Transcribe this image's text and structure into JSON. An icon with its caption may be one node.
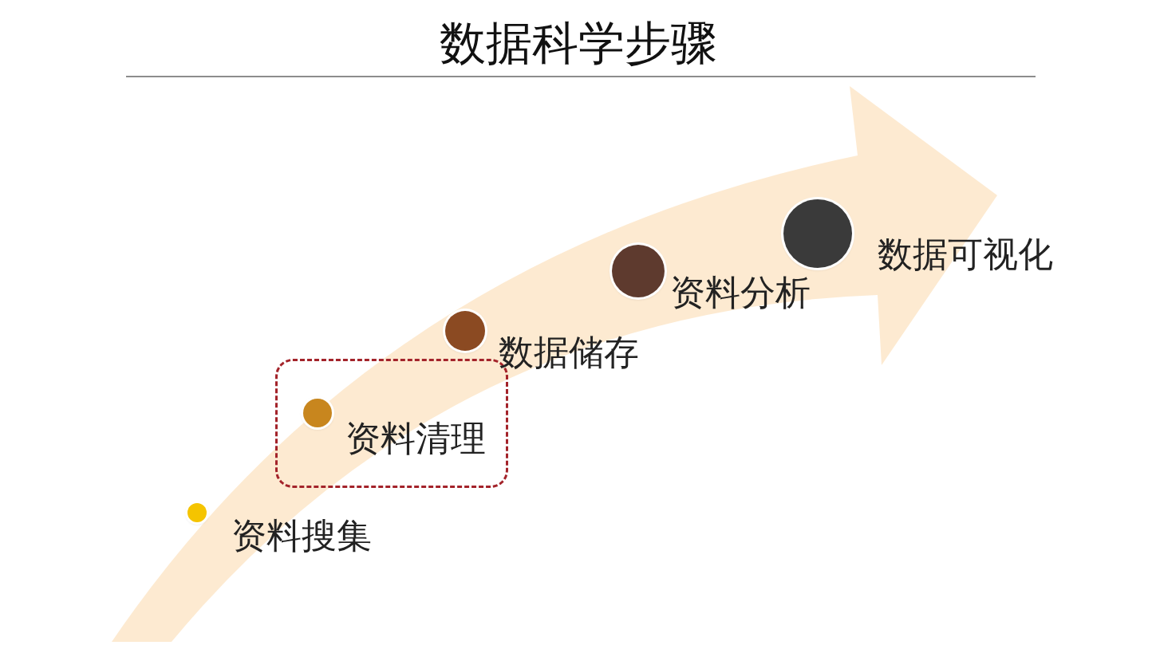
{
  "diagram": {
    "title": "数据科学步骤",
    "nodes": [
      {
        "text": [],
        "shape": "circle",
        "beside": [
          "资料搜集"
        ]
      },
      {
        "text": [],
        "shape": "box"
      },
      {
        "text": [],
        "shape": "circle",
        "beside": [
          "资料清理"
        ],
        "in": 1
      },
      {
        "text": [],
        "shape": "circle",
        "beside": [
          "数据储存"
        ]
      },
      {
        "text": [],
        "shape": "circle",
        "beside": [
          "资料分析"
        ]
      },
      {
        "text": [],
        "shape": "circle",
        "beside": [
          "数据可视化"
        ]
      }
    ]
  }
}
